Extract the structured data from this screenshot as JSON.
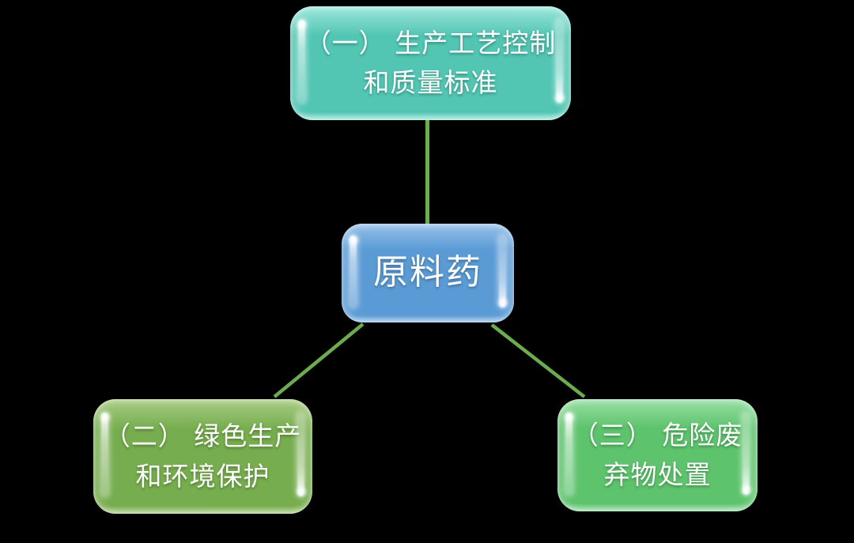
{
  "colors": {
    "background": "#000000",
    "text": "#ffffff",
    "connector": "#6dac4e",
    "nodes": {
      "top": {
        "base": "#52c5b3",
        "light": "#9ce7db"
      },
      "center": {
        "base": "#5b9bd5",
        "light": "#97c1e8"
      },
      "left": {
        "base": "#76ad4e",
        "light": "#a9cd84"
      },
      "right": {
        "base": "#5dc36c",
        "light": "#99dfa6"
      }
    }
  },
  "nodes": {
    "top": {
      "line1": "（一） 生产工艺控制",
      "line2": "和质量标准"
    },
    "center": {
      "label": "原料药"
    },
    "left": {
      "line1": "（二） 绿色生产",
      "line2": "和环境保护"
    },
    "right": {
      "line1": "（三） 危险废",
      "line2": "弃物处置"
    }
  }
}
